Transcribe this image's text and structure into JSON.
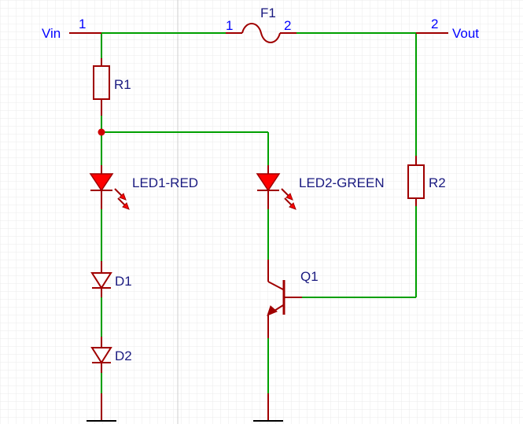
{
  "nets": {
    "vin": "Vin",
    "vout": "Vout"
  },
  "fuse": {
    "ref": "F1",
    "pin1": "1",
    "pin2": "2"
  },
  "pins": {
    "vin_pin": "1",
    "vout_pin": "2"
  },
  "components": {
    "r1": "R1",
    "r2": "R2",
    "led1": "LED1-RED",
    "led2": "LED2-GREEN",
    "d1": "D1",
    "d2": "D2",
    "q1": "Q1"
  },
  "colors": {
    "wire": "#00a000",
    "symbol": "#a00000",
    "led_fill": "#ff0000",
    "net_label": "#0000ff",
    "part_label": "#1a1a80",
    "grid_minor": "#ebebeb",
    "grid_major": "#cfcfcf"
  }
}
